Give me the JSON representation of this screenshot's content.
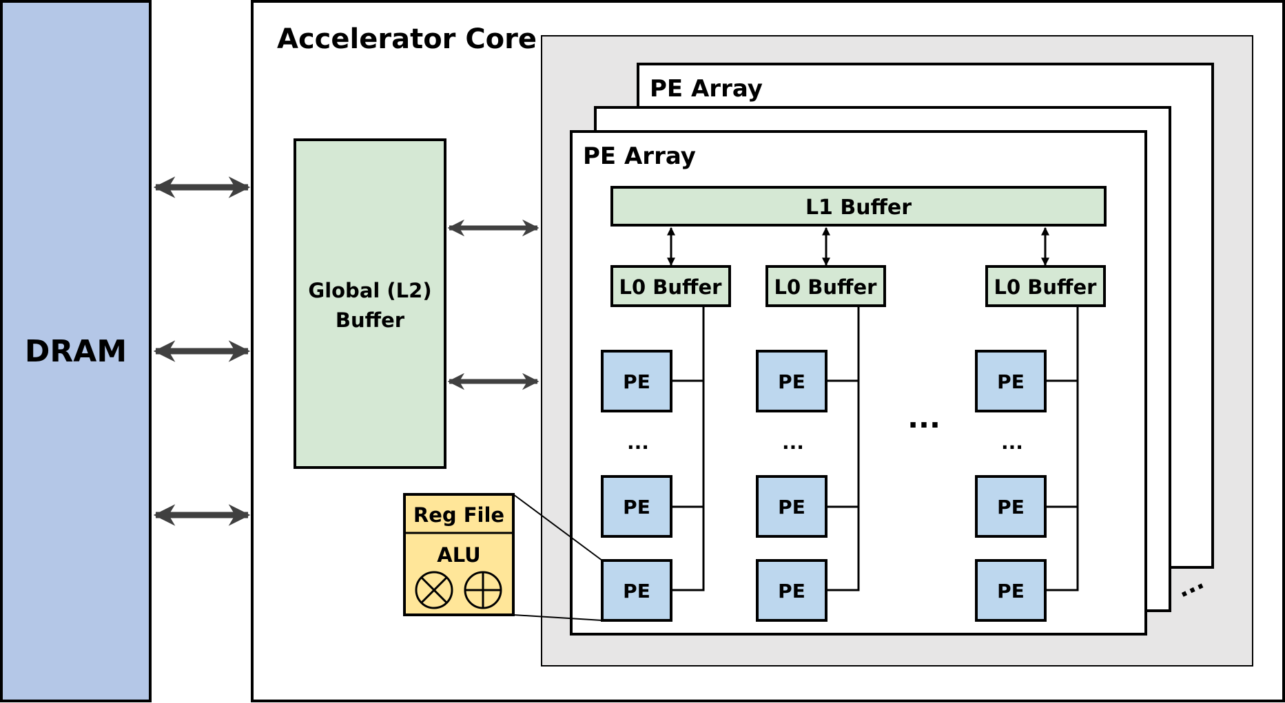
{
  "dram": {
    "label": "DRAM"
  },
  "core": {
    "title": "Accelerator Core"
  },
  "global_buffer": {
    "line1": "Global (L2)",
    "line2": "Buffer"
  },
  "pe_array": {
    "back_title": "PE Array",
    "front_title": "PE Array",
    "stack_ellipsis": "..."
  },
  "l1_buffer": {
    "label": "L1 Buffer"
  },
  "l0_buffers": [
    "L0 Buffer",
    "L0 Buffer",
    "L0 Buffer"
  ],
  "pe": {
    "label": "PE",
    "column_ellipsis": "...",
    "between_columns_ellipsis": "..."
  },
  "pe_detail": {
    "reg_file": "Reg File",
    "alu": "ALU"
  },
  "colors": {
    "dram_fill": "#b4c7e7",
    "buffer_fill": "#d5e8d4",
    "pe_fill": "#bdd7ee",
    "pe_detail_fill": "#ffe699",
    "stack_background": "#e7e6e6",
    "arrow": "#404040"
  }
}
